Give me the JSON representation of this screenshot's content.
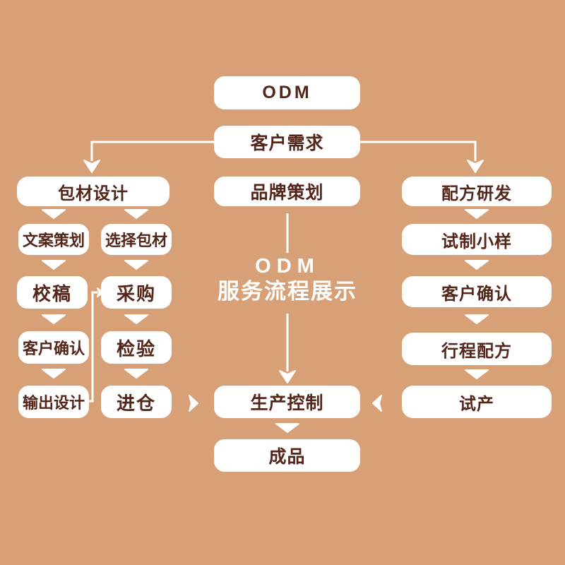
{
  "palette": {
    "background": "#D7A077",
    "box_fill": "#FFFFFF",
    "box_text": "#54261A",
    "connector": "#FFFFFF"
  },
  "top_flow": {
    "odm": "ODM",
    "customer_needs": "客户需求"
  },
  "center_title": {
    "line1": "ODM",
    "line2": "服务流程展示"
  },
  "left_branch": {
    "header": "包材设计",
    "design_column": [
      "文案策划",
      "校稿",
      "客户确认",
      "输出设计"
    ],
    "material_column": [
      "选择包材",
      "采购",
      "检验",
      "进仓"
    ]
  },
  "center_branch": {
    "header": "品牌策划",
    "production_control": "生产控制",
    "finished_product": "成品"
  },
  "right_branch": {
    "header": "配方研发",
    "steps": [
      "试制小样",
      "客户确认",
      "行程配方",
      "试产"
    ]
  }
}
